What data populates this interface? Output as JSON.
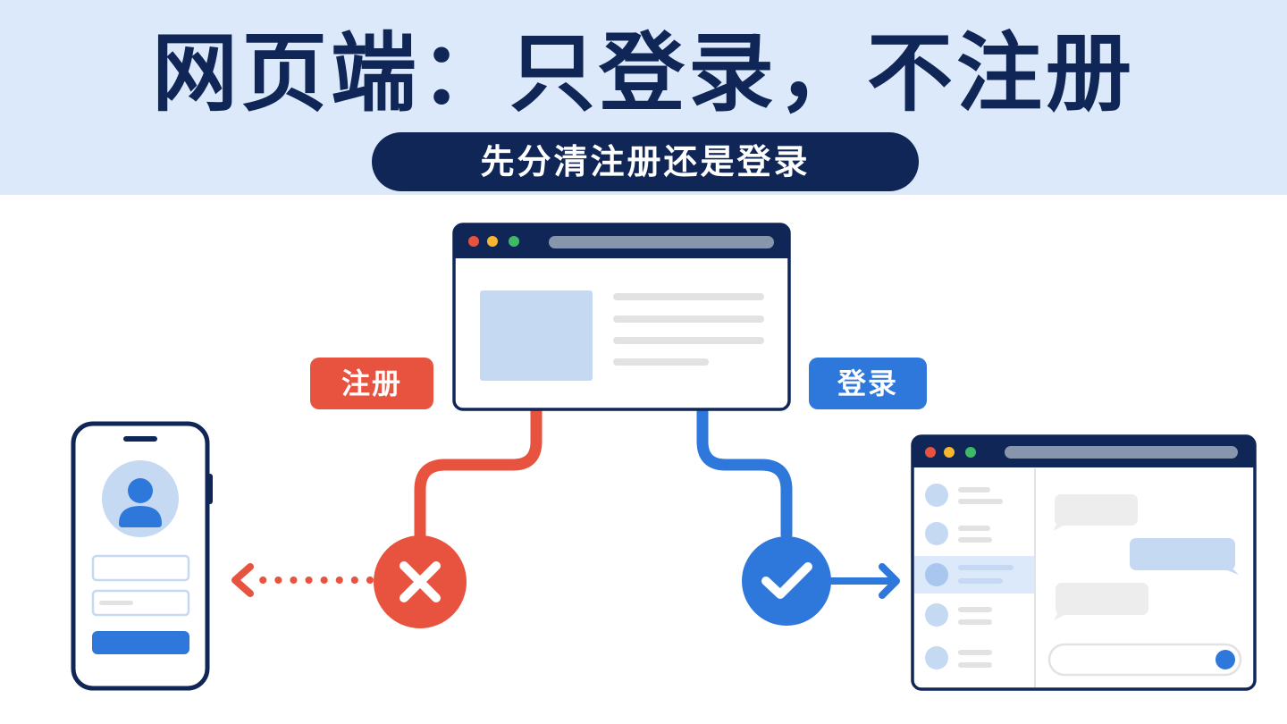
{
  "header": {
    "title": "网页端：只登录，不注册",
    "subtitle": "先分清注册还是登录"
  },
  "labels": {
    "register": "注册",
    "login": "登录"
  },
  "colors": {
    "navy": "#0f2656",
    "header_bg": "#dce9fb",
    "register_red": "#e8533f",
    "login_blue": "#2f78db",
    "placeholder_blue": "#c5d9f3",
    "placeholder_gray": "#e2e2e2"
  },
  "icons": {
    "reject": "cross-icon",
    "approve": "check-icon",
    "user": "user-avatar-icon"
  }
}
